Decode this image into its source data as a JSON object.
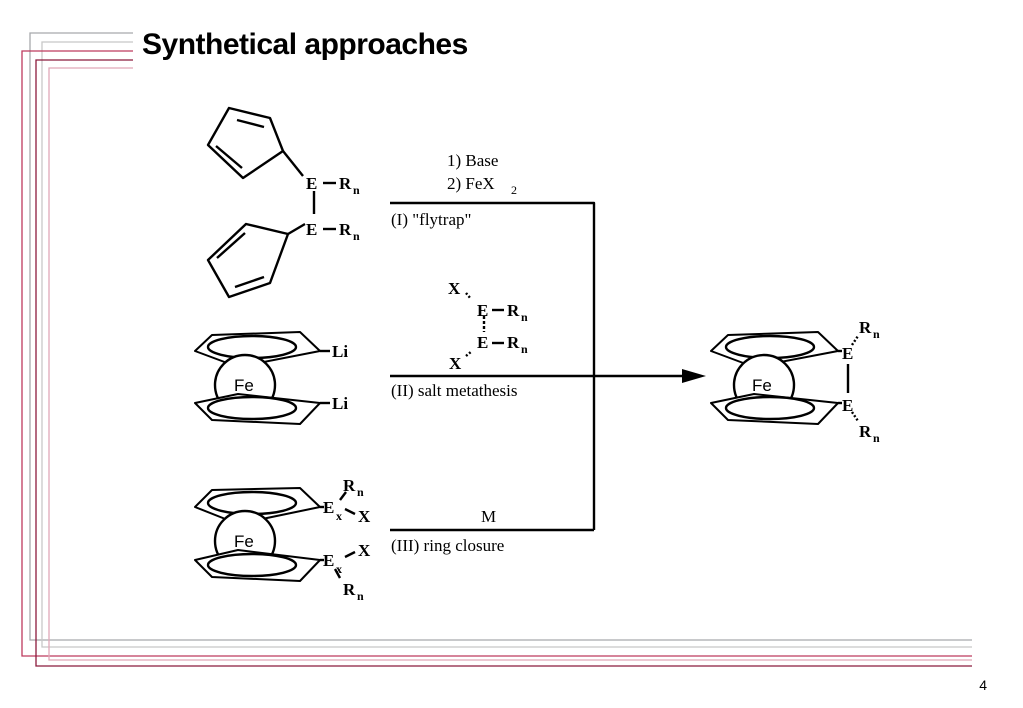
{
  "slide": {
    "title": "Synthetical approaches",
    "page_number": "4",
    "frame_colors": [
      "#a7a9ac",
      "#c0c0c0",
      "#be3a5e",
      "#8b1a3c"
    ]
  },
  "scheme": {
    "route1": {
      "reagent1": "1) Base",
      "reagent2_main": "2) FeX",
      "reagent2_sub": "2",
      "name": "(I) \"flytrap\""
    },
    "route2": {
      "name": "(II) salt metathesis"
    },
    "route3": {
      "reagent": "M",
      "name": "(III) ring closure"
    },
    "atoms": {
      "E": "E",
      "R": "R",
      "n": "n",
      "X": "X",
      "Li": "Li",
      "Fe": "Fe",
      "x": "x"
    }
  }
}
